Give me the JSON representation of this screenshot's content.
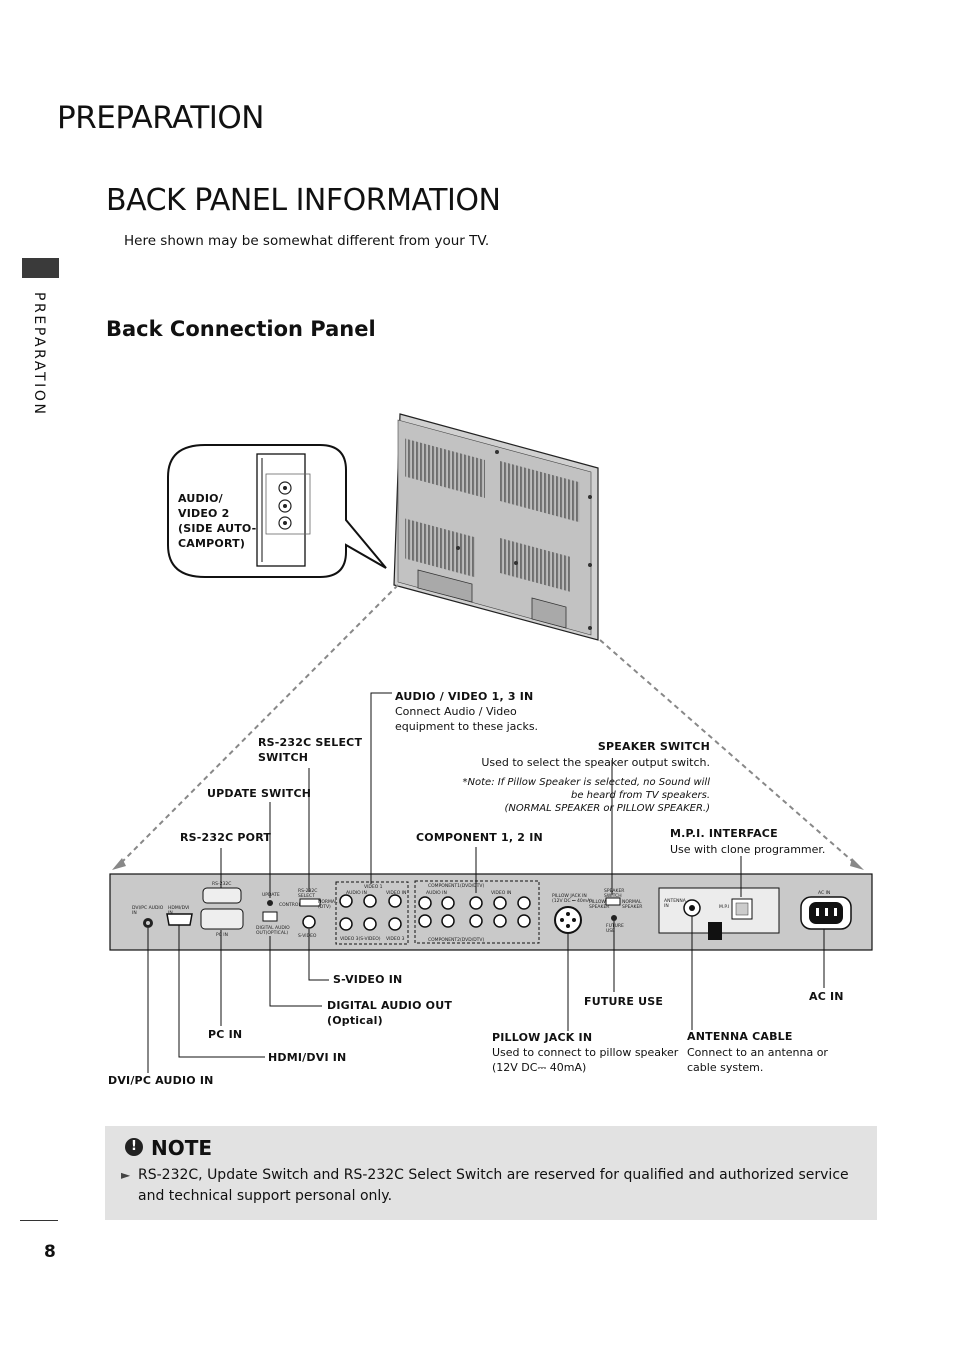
{
  "header": {
    "section_title": "PREPARATION",
    "page_title": "BACK PANEL INFORMATION",
    "intro": "Here shown may be somewhat different from your TV.",
    "side_tab": "PREPARATION"
  },
  "subsection": {
    "title": "Back Connection Panel"
  },
  "callout": {
    "label": "AUDIO/\nVIDEO 2\n(SIDE AUTO-\nCAMPORT)"
  },
  "labels": {
    "av13": "AUDIO / VIDEO 1, 3 IN",
    "av13_desc": "Connect Audio / Video\nequipment to these jacks.",
    "rs232_select": "RS-232C SELECT\nSWITCH",
    "speaker_switch": "SPEAKER SWITCH",
    "speaker_desc": "Used to select the speaker output switch.",
    "speaker_note": "*Note: If Pillow Speaker is selected, no Sound will\nbe heard from TV speakers.\n(NORMAL SPEAKER or PILLOW SPEAKER.)",
    "update_switch": "UPDATE SWITCH",
    "rs232_port": "RS-232C PORT",
    "component": "COMPONENT 1, 2 IN",
    "mpi": "M.P.I. INTERFACE",
    "mpi_desc": "Use with clone programmer.",
    "svideo": "S-VIDEO IN",
    "digital_audio": "DIGITAL AUDIO OUT\n(Optical)",
    "future_use": "FUTURE USE",
    "ac_in": "AC IN",
    "pc_in": "PC IN",
    "pillow_jack": "PILLOW JACK IN",
    "pillow_desc": "Used to connect to pillow speaker\n(12V DC⎓ 40mA)",
    "antenna": "ANTENNA CABLE",
    "antenna_desc": "Connect to an antenna or\ncable system.",
    "hdmi": "HDMI/DVI IN",
    "dvi_audio": "DVI/PC AUDIO IN"
  },
  "panel_text": {
    "rs232c": "RS-232C",
    "update": "UPDATE",
    "rs232c_select": "RS-232C\nSELECT",
    "control": "CONTROL",
    "normal_dtv": "NORMAL\n(DTV)",
    "dvi_pc_audio_in": "DVI/PC AUDIO\nIN",
    "hdmi_dvi_in": "HDMI/DVI\nIN",
    "pc_in": "PC IN",
    "digital_audio_out": "DIGITAL AUDIO\nOUT(OPTICAL)",
    "s_video": "S-VIDEO",
    "video1": "VIDEO 1",
    "audio_in": "AUDIO IN",
    "video_in": "VIDEO IN",
    "video3_svideo": "VIDEO 3(S-VIDEO)",
    "video3": "VIDEO 3",
    "component_top": "COMPONENT1(DVD/DTV)",
    "component_bottom": "COMPONENT2(DVD/DTV)",
    "pillow_jack": "PILLOW JACK IN\n(12V DC ⎓ 40mA)",
    "speaker_switch": "SPEAKER\nSWITCH",
    "pillow_speaker": "PILLOW\nSPEAKER",
    "normal_speaker": "NORMAL\nSPEAKER",
    "future_use": "FUTURE\nUSE",
    "antenna_in": "ANTENNA\nIN",
    "mpi": "M.P.I",
    "ac_in": "AC IN"
  },
  "note": {
    "title": "NOTE",
    "icon": "exclamation-icon",
    "text": "RS-232C, Update Switch and RS-232C Select Switch are reserved for qualified and authorized service and technical support personal only."
  },
  "page_number": "8"
}
